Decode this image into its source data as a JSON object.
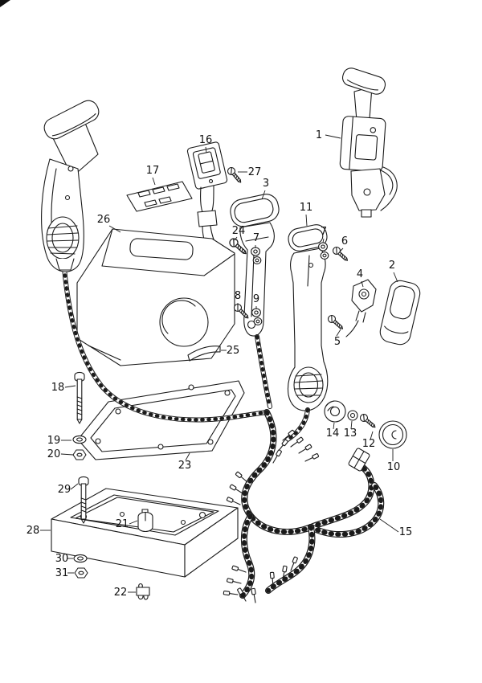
{
  "page": {
    "background": "#ffffff",
    "ink": "#1a1a1a"
  },
  "callouts": [
    {
      "label": "1"
    },
    {
      "label": "2"
    },
    {
      "label": "3"
    },
    {
      "label": "4"
    },
    {
      "label": "5"
    },
    {
      "label": "6"
    },
    {
      "label": "7"
    },
    {
      "label": "8"
    },
    {
      "label": "9"
    },
    {
      "label": "10"
    },
    {
      "label": "11"
    },
    {
      "label": "12"
    },
    {
      "label": "13"
    },
    {
      "label": "14"
    },
    {
      "label": "15"
    },
    {
      "label": "16"
    },
    {
      "label": "17"
    },
    {
      "label": "18"
    },
    {
      "label": "19"
    },
    {
      "label": "20"
    },
    {
      "label": "21"
    },
    {
      "label": "22"
    },
    {
      "label": "23"
    },
    {
      "label": "24"
    },
    {
      "label": "25"
    },
    {
      "label": "26"
    },
    {
      "label": "27"
    },
    {
      "label": "28"
    },
    {
      "label": "29"
    },
    {
      "label": "30"
    },
    {
      "label": "31"
    }
  ]
}
